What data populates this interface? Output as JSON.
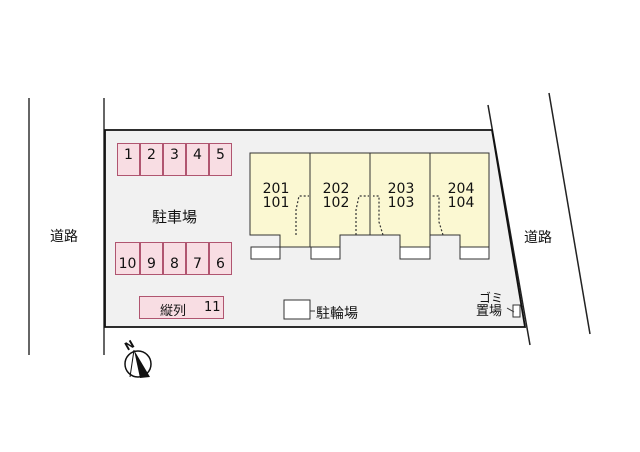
{
  "roads": {
    "left_label": "道路",
    "right_label": "道路"
  },
  "parking": {
    "label": "駐車場",
    "top_row": [
      "1",
      "2",
      "3",
      "4",
      "5"
    ],
    "bottom_row": [
      "10",
      "9",
      "8",
      "7",
      "6"
    ],
    "tandem": {
      "label": "縦列",
      "number": "11"
    },
    "stall_color": "#f8dde3",
    "stall_border": "#b05570"
  },
  "building": {
    "fill_color": "#fbf8d2",
    "units": [
      {
        "upper": "201",
        "lower": "101"
      },
      {
        "upper": "202",
        "lower": "102"
      },
      {
        "upper": "203",
        "lower": "103"
      },
      {
        "upper": "204",
        "lower": "104"
      }
    ]
  },
  "bicycle_parking": {
    "label": "駐輪場"
  },
  "garbage": {
    "line1": "ゴミ",
    "line2": "置場"
  },
  "compass": {
    "label": "N"
  },
  "lot_fill": "#f1f1f1"
}
